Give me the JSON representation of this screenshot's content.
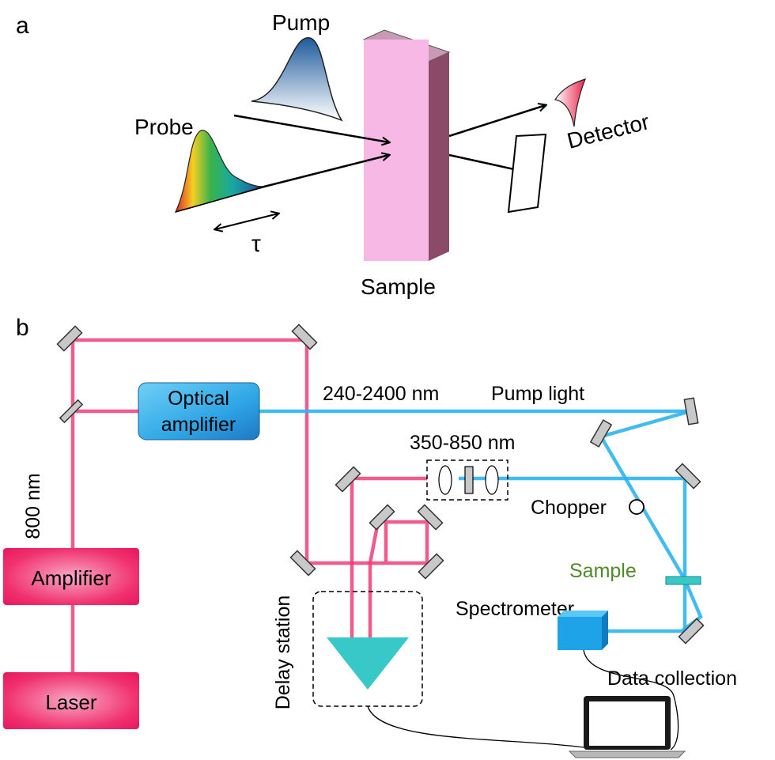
{
  "panel_a": {
    "label": "a",
    "pump_label": "Pump",
    "probe_label": "Probe",
    "detector_label": "Detector",
    "sample_label": "Sample",
    "delay_symbol": "τ"
  },
  "panel_b": {
    "label": "b",
    "optical_amplifier_line1": "Optical",
    "optical_amplifier_line2": "amplifier",
    "pump_wavelength": "240-2400 nm",
    "pump_light": "Pump light",
    "probe_wavelength": "350-850 nm",
    "fundamental_wavelength": "800 nm",
    "chopper_label": "Chopper",
    "sample_label": "Sample",
    "spectrometer_label": "Spectrometer",
    "amplifier_label": "Amplifier",
    "laser_label": "Laser",
    "delay_station_label": "Delay station",
    "data_collection_label": "Data collection"
  },
  "colors": {
    "red_beam": "#f03c78",
    "blue_beam": "#2db4ef",
    "sample_slab": "#f7b8e6",
    "sample_slab_side": "#8a4a68",
    "sample_green_label": "#4f8a2a",
    "optical_amplifier": "#3aaee8",
    "laser_box": "#f0306e",
    "prism": "#38c8c8"
  }
}
